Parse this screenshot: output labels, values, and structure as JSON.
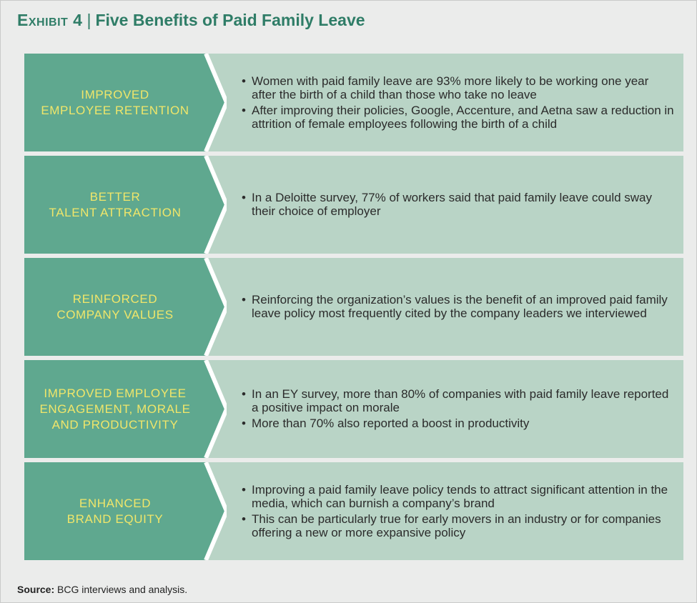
{
  "title": {
    "exhibit": "Exhibit 4",
    "separator": "|",
    "text": "Five Benefits of Paid Family Leave"
  },
  "colors": {
    "chevron_fill": "#5fa88f",
    "row_fill": "#b9d4c6",
    "label_text": "#f0e66a",
    "title_text": "#2f7d67"
  },
  "rows": [
    {
      "label": "IMPROVED\nEMPLOYEE RETENTION",
      "bullets": [
        "Women with paid family leave are 93% more likely to be working one year after the birth of a child than those who take no leave",
        "After improving their policies, Google, Accenture, and Aetna saw a reduction in attrition of female employees following the birth of a child"
      ]
    },
    {
      "label": "BETTER\nTALENT ATTRACTION",
      "bullets": [
        "In a Deloitte survey, 77% of workers said that paid family leave could sway their choice of employer"
      ]
    },
    {
      "label": "REINFORCED\nCOMPANY  VALUES",
      "bullets": [
        "Reinforcing the organization’s values is the benefit of an improved paid family leave policy most frequently cited by the company leaders we interviewed"
      ]
    },
    {
      "label": "IMPROVED EMPLOYEE\nENGAGEMENT, MORALE\nAND PRODUCTIVITY",
      "bullets": [
        "In an EY survey, more than 80% of companies with paid family leave reported a positive impact on morale",
        "More than 70% also reported a boost in productivity"
      ]
    },
    {
      "label": "ENHANCED\nBRAND EQUITY",
      "bullets": [
        "Improving a paid family leave policy tends to attract significant attention in the media, which can burnish a company’s brand",
        "This can be particularly true for early movers in an industry or for companies offering a new or more expansive policy"
      ]
    }
  ],
  "source": {
    "label": "Source:",
    "text": " BCG interviews and analysis."
  }
}
